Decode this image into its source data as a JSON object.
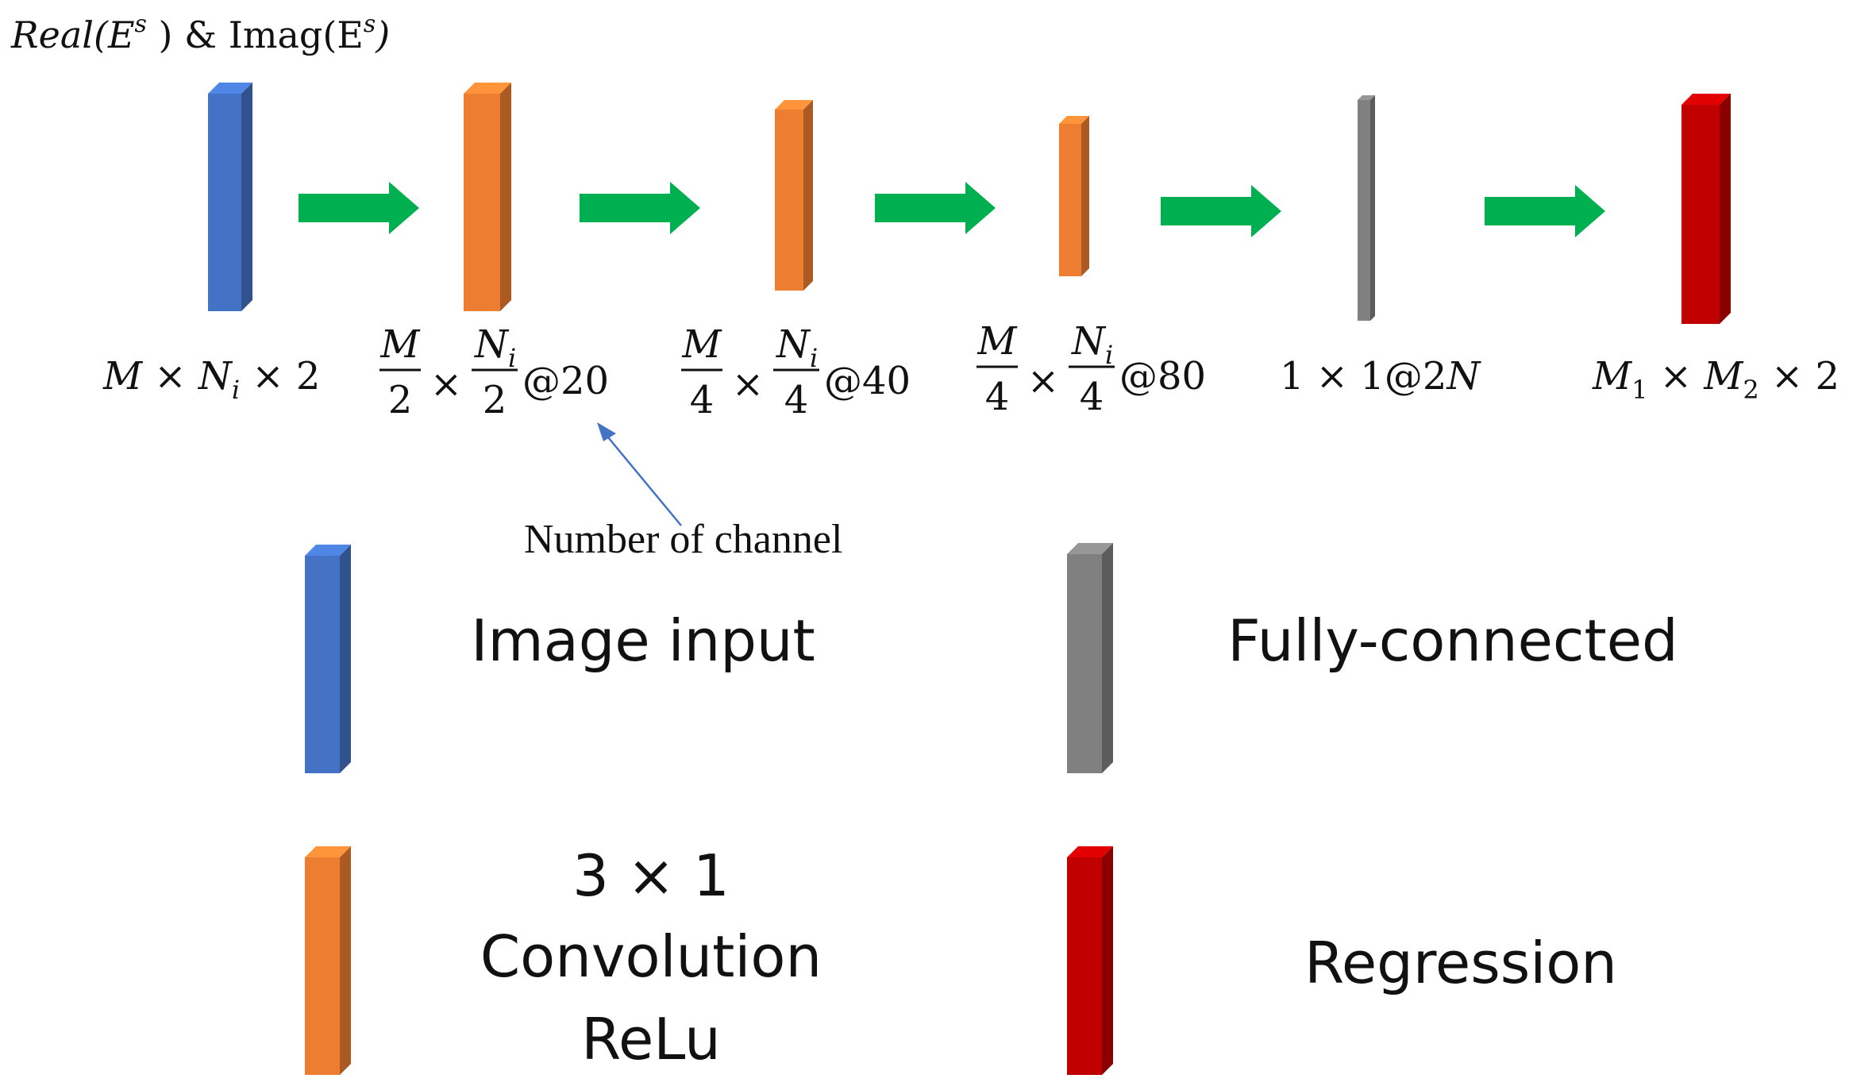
{
  "title": {
    "left": "Real(E",
    "sup1": "s",
    "mid": " ) & Imag(E",
    "sup2": "s",
    "right": ")"
  },
  "dim_labels": {
    "input": {
      "a": "M",
      "x1": " × ",
      "b": "N",
      "bsub": "i",
      "x2": " × 2"
    },
    "conv1": {
      "num1": "M",
      "den1": "2",
      "num2": "N",
      "num2sub": "i",
      "den2": "2",
      "times": "×",
      "suffix": "@20"
    },
    "conv2": {
      "num1": "M",
      "den1": "4",
      "num2": "N",
      "num2sub": "i",
      "den2": "4",
      "times": "×",
      "suffix": "@40"
    },
    "conv3": {
      "num1": "M",
      "den1": "4",
      "num2": "N",
      "num2sub": "i",
      "den2": "4",
      "times": "×",
      "suffix": "@80"
    },
    "fc": {
      "a": "1 × 1@2",
      "b": "N"
    },
    "output": {
      "a": "M",
      "asub": "1",
      "x1": " × ",
      "b": "M",
      "bsub": "2",
      "x2": " × 2"
    }
  },
  "annotation": "Number of channel",
  "legend": {
    "image_input": "Image input",
    "fully_connected": "Fully-connected",
    "conv_line1": "3 × 1",
    "conv_line2": "Convolution",
    "conv_line3": "ReLu",
    "regression": "Regression"
  },
  "colors": {
    "input": "#4472c4",
    "conv": "#ed7d31",
    "fc": "#808080",
    "regression": "#c00000",
    "arrow": "#00b050",
    "annotation_arrow": "#4472c4"
  }
}
